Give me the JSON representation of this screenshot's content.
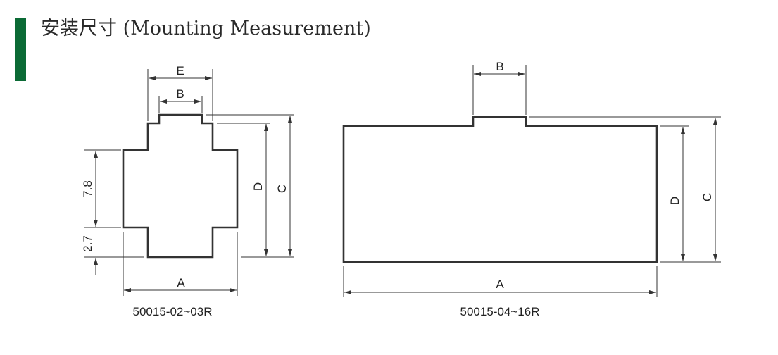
{
  "title": "安装尺寸 (Mounting Measurement)",
  "colors": {
    "accent": "#0b6a35"
  },
  "left_diagram": {
    "caption": "50015-02~03R",
    "labels": {
      "E": "E",
      "B": "B",
      "D": "D",
      "C": "C",
      "A": "A",
      "dim1": "7.8",
      "dim2": "2.7"
    }
  },
  "right_diagram": {
    "caption": "50015-04~16R",
    "labels": {
      "B": "B",
      "D": "D",
      "C": "C",
      "A": "A"
    }
  }
}
